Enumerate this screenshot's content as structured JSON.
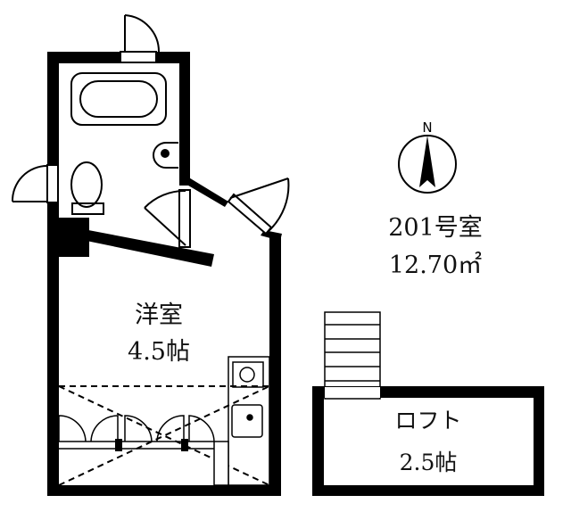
{
  "room_number_label": "201号室",
  "area_label": "12.70㎡",
  "compass_label": "N",
  "main_room": {
    "name": "洋室",
    "size": "4.5帖"
  },
  "loft": {
    "name": "ロフト",
    "size": "2.5帖"
  }
}
